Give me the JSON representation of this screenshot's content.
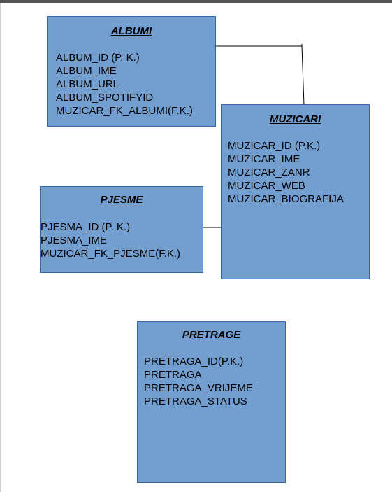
{
  "entities": {
    "albumi": {
      "title": "ALBUMI",
      "fields": [
        "ALBUM_ID (P. K.)",
        "ALBUM_IME",
        "ALBUM_URL",
        "ALBUM_SPOTIFYID",
        "MUZICAR_FK_ALBUMI(F.K.)"
      ]
    },
    "muzicari": {
      "title": "MUZICARI",
      "fields": [
        "MUZICAR_ID (P.K.)",
        "MUZICAR_IME",
        "MUZICAR_ZANR",
        "MUZICAR_WEB",
        "MUZICAR_BIOGRAFIJA"
      ]
    },
    "pjesme": {
      "title": "PJESME",
      "fields": [
        "PJESMA_ID (P. K.)",
        "PJESMA_IME",
        "MUZICAR_FK_PJESME(F.K.)"
      ]
    },
    "pretrage": {
      "title": "PRETRAGE",
      "fields": [
        "PRETRAGA_ID(P.K.)",
        "PRETRAGA",
        "PRETRAGA_VRIJEME",
        "PRETRAGA_STATUS"
      ]
    }
  },
  "colors": {
    "entity_fill": "#729fcf",
    "entity_border": "#3465a4",
    "connector": "#000000"
  }
}
